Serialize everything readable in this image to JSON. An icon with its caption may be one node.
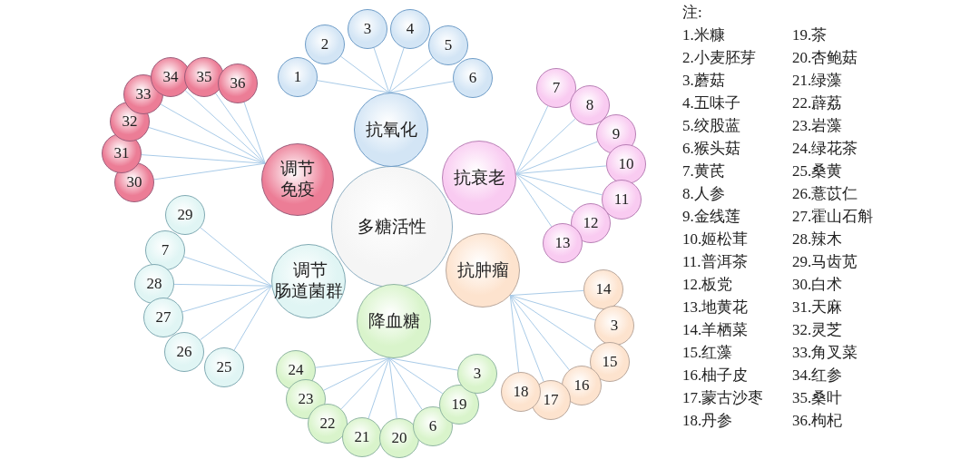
{
  "diagram": {
    "nodes": [
      {
        "text": [
          "多糖活性"
        ]
      },
      {
        "text": [
          "抗氧化"
        ]
      },
      {
        "text": [
          "抗衰老"
        ]
      },
      {
        "text": [
          "抗肿瘤"
        ]
      },
      {
        "text": [
          "降血糖"
        ]
      },
      {
        "text": [
          "调节肠道菌群"
        ]
      },
      {
        "text": [
          "调节免疫"
        ]
      },
      {
        "text": [
          "1"
        ]
      },
      {
        "text": [
          "2"
        ]
      },
      {
        "text": [
          "3"
        ]
      },
      {
        "text": [
          "4"
        ]
      },
      {
        "text": [
          "5"
        ]
      },
      {
        "text": [
          "6"
        ]
      },
      {
        "text": [
          "7"
        ]
      },
      {
        "text": [
          "8"
        ]
      },
      {
        "text": [
          "9"
        ]
      },
      {
        "text": [
          "10"
        ]
      },
      {
        "text": [
          "11"
        ]
      },
      {
        "text": [
          "12"
        ]
      },
      {
        "text": [
          "13"
        ]
      },
      {
        "text": [
          "14"
        ]
      },
      {
        "text": [
          "3"
        ]
      },
      {
        "text": [
          "15"
        ]
      },
      {
        "text": [
          "16"
        ]
      },
      {
        "text": [
          "17"
        ]
      },
      {
        "text": [
          "18"
        ]
      },
      {
        "text": [
          "24"
        ]
      },
      {
        "text": [
          "23"
        ]
      },
      {
        "text": [
          "22"
        ]
      },
      {
        "text": [
          "21"
        ]
      },
      {
        "text": [
          "20"
        ]
      },
      {
        "text": [
          "6"
        ]
      },
      {
        "text": [
          "19"
        ]
      },
      {
        "text": [
          "3"
        ]
      },
      {
        "text": [
          "29"
        ]
      },
      {
        "text": [
          "7"
        ]
      },
      {
        "text": [
          "28"
        ]
      },
      {
        "text": [
          "27"
        ]
      },
      {
        "text": [
          "26"
        ]
      },
      {
        "text": [
          "25"
        ]
      },
      {
        "text": [
          "30"
        ]
      },
      {
        "text": [
          "31"
        ]
      },
      {
        "text": [
          "32"
        ]
      },
      {
        "text": [
          "33"
        ]
      },
      {
        "text": [
          "34"
        ]
      },
      {
        "text": [
          "35"
        ]
      },
      {
        "text": [
          "36"
        ]
      }
    ],
    "edges": [
      {
        "from": 1,
        "to": 7,
        "arrow": "none"
      },
      {
        "from": 1,
        "to": 8,
        "arrow": "none"
      },
      {
        "from": 1,
        "to": 9,
        "arrow": "none"
      },
      {
        "from": 1,
        "to": 10,
        "arrow": "none"
      },
      {
        "from": 1,
        "to": 11,
        "arrow": "none"
      },
      {
        "from": 1,
        "to": 12,
        "arrow": "none"
      },
      {
        "from": 2,
        "to": 13,
        "arrow": "none"
      },
      {
        "from": 2,
        "to": 14,
        "arrow": "none"
      },
      {
        "from": 2,
        "to": 15,
        "arrow": "none"
      },
      {
        "from": 2,
        "to": 16,
        "arrow": "none"
      },
      {
        "from": 2,
        "to": 17,
        "arrow": "none"
      },
      {
        "from": 2,
        "to": 18,
        "arrow": "none"
      },
      {
        "from": 2,
        "to": 19,
        "arrow": "none"
      },
      {
        "from": 3,
        "to": 20,
        "arrow": "none"
      },
      {
        "from": 3,
        "to": 21,
        "arrow": "none"
      },
      {
        "from": 3,
        "to": 22,
        "arrow": "none"
      },
      {
        "from": 3,
        "to": 23,
        "arrow": "none"
      },
      {
        "from": 3,
        "to": 24,
        "arrow": "none"
      },
      {
        "from": 3,
        "to": 25,
        "arrow": "none"
      },
      {
        "from": 4,
        "to": 26,
        "arrow": "none"
      },
      {
        "from": 4,
        "to": 27,
        "arrow": "none"
      },
      {
        "from": 4,
        "to": 28,
        "arrow": "none"
      },
      {
        "from": 4,
        "to": 29,
        "arrow": "none"
      },
      {
        "from": 4,
        "to": 30,
        "arrow": "none"
      },
      {
        "from": 4,
        "to": 31,
        "arrow": "none"
      },
      {
        "from": 4,
        "to": 32,
        "arrow": "none"
      },
      {
        "from": 4,
        "to": 33,
        "arrow": "none"
      },
      {
        "from": 5,
        "to": 34,
        "arrow": "none"
      },
      {
        "from": 5,
        "to": 35,
        "arrow": "none"
      },
      {
        "from": 5,
        "to": 36,
        "arrow": "none"
      },
      {
        "from": 5,
        "to": 37,
        "arrow": "none"
      },
      {
        "from": 5,
        "to": 38,
        "arrow": "none"
      },
      {
        "from": 5,
        "to": 39,
        "arrow": "none"
      },
      {
        "from": 6,
        "to": 40,
        "arrow": "none"
      },
      {
        "from": 6,
        "to": 41,
        "arrow": "none"
      },
      {
        "from": 6,
        "to": 42,
        "arrow": "none"
      },
      {
        "from": 6,
        "to": 43,
        "arrow": "none"
      },
      {
        "from": 6,
        "to": 44,
        "arrow": "none"
      },
      {
        "from": 6,
        "to": 45,
        "arrow": "none"
      },
      {
        "from": 6,
        "to": 46,
        "arrow": "none"
      }
    ],
    "labels": [
      "注:",
      "1.米糠",
      "19.茶",
      "2.小麦胚芽",
      "20.杏鲍菇",
      "3.蘑菇",
      "21.绿藻",
      "4.五味子",
      "22.薜荔",
      "5.绞股蓝",
      "23.岩藻",
      "6.猴头菇",
      "24.绿花茶",
      "7.黄芪",
      "25.桑黄",
      "8.人参",
      "26.薏苡仁",
      "9.金线莲",
      "27.霍山石斛",
      "10.姬松茸",
      "28.辣木",
      "11.普洱茶",
      "29.马齿苋",
      "12.板党",
      "30.白术",
      "13.地黄花",
      "31.天麻",
      "14.羊栖菜",
      "32.灵芝",
      "15.红藻",
      "33.角叉菜",
      "16.柚子皮",
      "34.红参",
      "17.蒙古沙枣",
      "35.桑叶",
      "18.丹参",
      "36.枸杞"
    ]
  }
}
